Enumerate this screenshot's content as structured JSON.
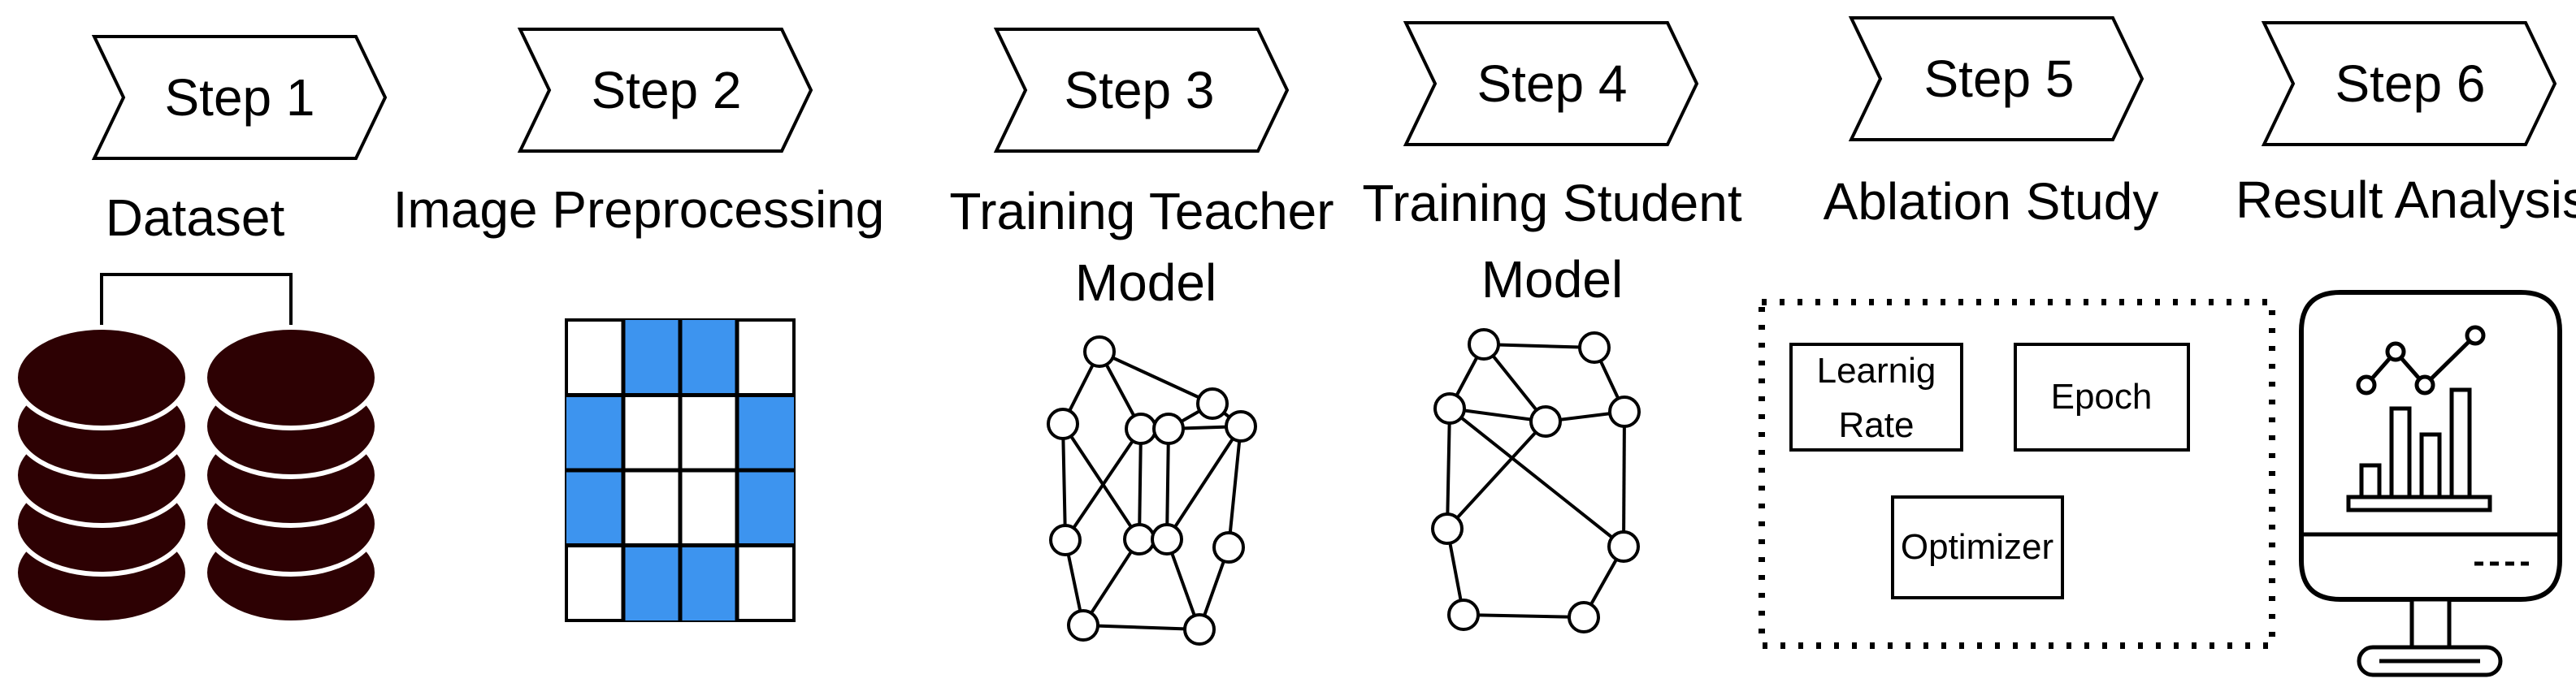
{
  "steps": [
    {
      "label": "Step 1",
      "title": [
        "Dataset"
      ]
    },
    {
      "label": "Step 2",
      "title": [
        "Image Preprocessing"
      ]
    },
    {
      "label": "Step 3",
      "title": [
        "Training Teacher",
        "Model"
      ]
    },
    {
      "label": "Step 4",
      "title": [
        "Training Student",
        "Model"
      ]
    },
    {
      "label": "Step 5",
      "title": [
        "Ablation Study"
      ]
    },
    {
      "label": "Step 6",
      "title": [
        "Result Analysis"
      ]
    }
  ],
  "ablation": {
    "learning_rate_line1": "Learnig",
    "learning_rate_line2": "Rate",
    "epoch": "Epoch",
    "optimizer": "Optimizer"
  },
  "colors": {
    "database": "#2d0103",
    "grid_blue": "#3d94ef",
    "line": "#000000"
  },
  "icons": [
    "database-icon",
    "pixel-grid-icon",
    "teacher-network-icon",
    "student-network-icon",
    "monitor-chart-icon"
  ]
}
